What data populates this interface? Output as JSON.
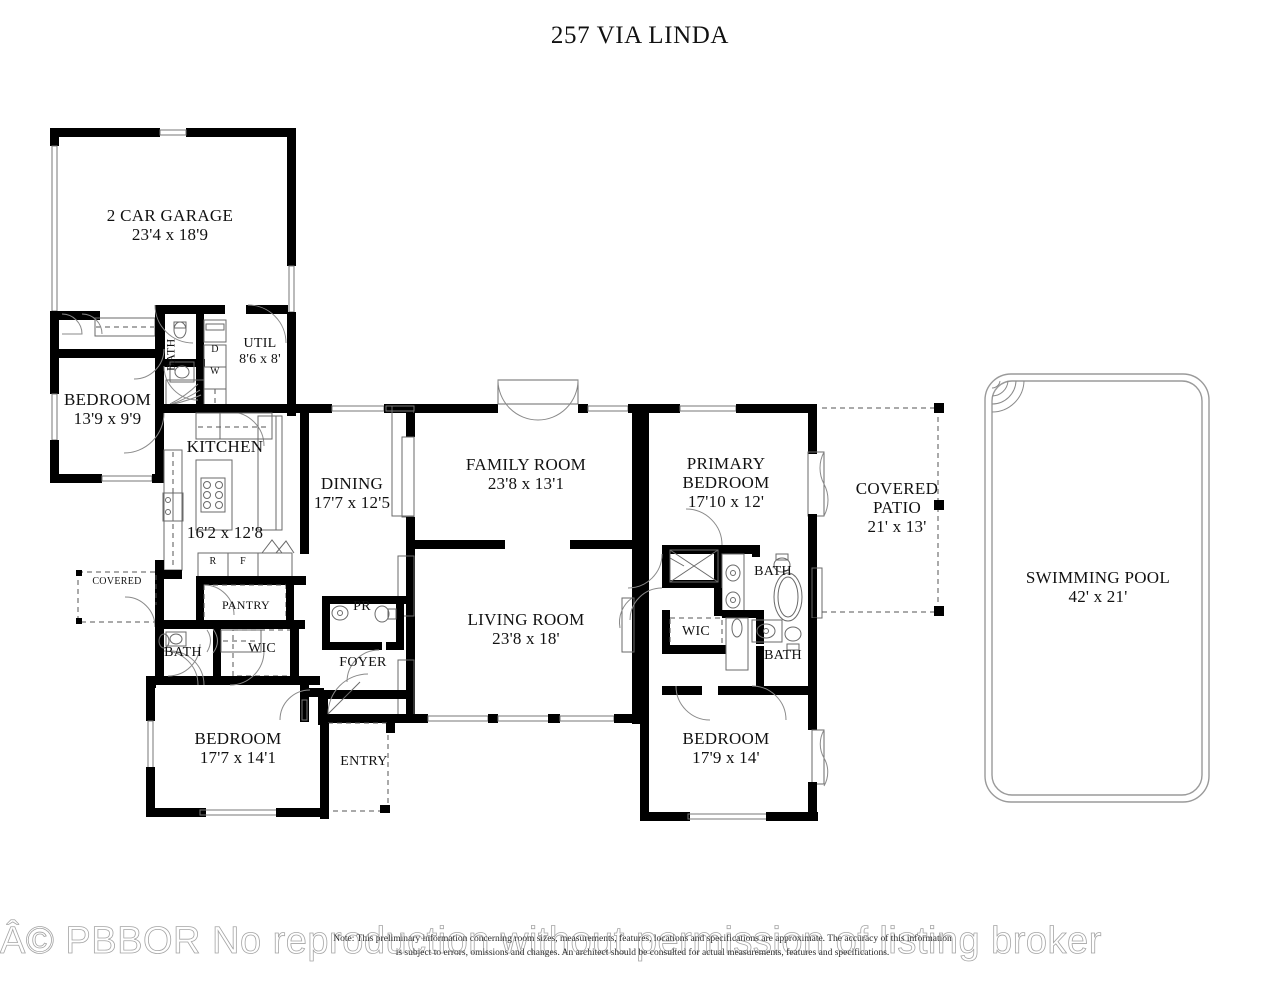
{
  "document": {
    "title": "257 VIA LINDA",
    "type": "residential-floor-plan"
  },
  "rooms": [
    {
      "id": "garage",
      "name": "2 CAR GARAGE",
      "dimensions": "23'4 x 18'9"
    },
    {
      "id": "util",
      "name": "UTIL",
      "dimensions": "8'6 x 8'"
    },
    {
      "id": "bath-garage",
      "name": "BATH",
      "dimensions": ""
    },
    {
      "id": "bedroom-nw",
      "name": "BEDROOM",
      "dimensions": "13'9 x 9'9"
    },
    {
      "id": "kitchen",
      "name": "KITCHEN",
      "dimensions": "16'2 x 12'8"
    },
    {
      "id": "covered-west",
      "name": "COVERED",
      "dimensions": ""
    },
    {
      "id": "pantry",
      "name": "PANTRY",
      "dimensions": ""
    },
    {
      "id": "bath-sw",
      "name": "BATH",
      "dimensions": ""
    },
    {
      "id": "wic-sw",
      "name": "WIC",
      "dimensions": ""
    },
    {
      "id": "dining",
      "name": "DINING",
      "dimensions": "17'7 x 12'5"
    },
    {
      "id": "family-room",
      "name": "FAMILY ROOM",
      "dimensions": "23'8 x 13'1"
    },
    {
      "id": "living-room",
      "name": "LIVING ROOM",
      "dimensions": "23'8 x 18'"
    },
    {
      "id": "powder-room",
      "name": "PR",
      "dimensions": ""
    },
    {
      "id": "foyer",
      "name": "FOYER",
      "dimensions": ""
    },
    {
      "id": "entry",
      "name": "ENTRY",
      "dimensions": ""
    },
    {
      "id": "bedroom-sw",
      "name": "BEDROOM",
      "dimensions": "17'7 x 14'1"
    },
    {
      "id": "primary",
      "name": "PRIMARY BEDROOM",
      "name_line1": "PRIMARY",
      "name_line2": "BEDROOM",
      "dimensions": "17'10 x 12'"
    },
    {
      "id": "bath-primary",
      "name": "BATH",
      "dimensions": ""
    },
    {
      "id": "wic-primary",
      "name": "WIC",
      "dimensions": ""
    },
    {
      "id": "bath-se",
      "name": "BATH",
      "dimensions": ""
    },
    {
      "id": "bedroom-se",
      "name": "BEDROOM",
      "dimensions": "17'9 x 14'"
    },
    {
      "id": "covered-patio",
      "name": "COVERED PATIO",
      "name_line1": "COVERED",
      "name_line2": "PATIO",
      "dimensions": "21' x 13'"
    },
    {
      "id": "swimming-pool",
      "name": "SWIMMING POOL",
      "dimensions": "42' x 21'"
    }
  ],
  "fixture_labels": {
    "dryer": "D",
    "washer": "W",
    "refrigerator": "R",
    "freezer": "F"
  },
  "footer": {
    "disclaimer_line1": "Note: This preliminary information concerning room sizes, measurements, features, locations and specifications are approximate. The accuracy of this information",
    "disclaimer_line2": "is subject to errors, omissions and changes. An architect should be consulted for actual measurements, features and specifications.",
    "watermark": "Â© PBBOR No reproduction without permission of listing broker"
  },
  "colors": {
    "wall": "#000000",
    "line": "#5a5a5a",
    "text": "#111111",
    "background": "#ffffff"
  }
}
